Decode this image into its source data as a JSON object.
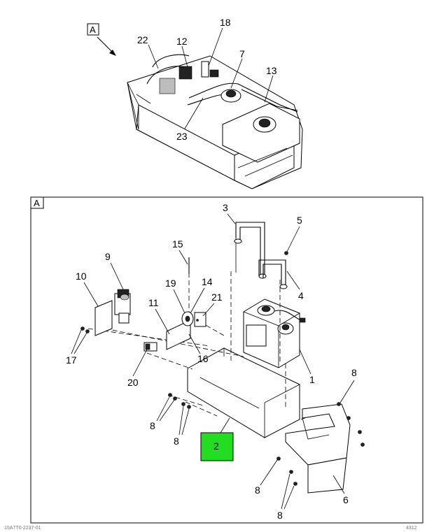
{
  "view_label": "A",
  "top_callouts": [
    "22",
    "12",
    "18",
    "7",
    "13",
    "23"
  ],
  "detail_callouts": {
    "c3": "3",
    "c5": "5",
    "c4": "4",
    "c15": "15",
    "c9": "9",
    "c10": "10",
    "c19": "19",
    "c14": "14",
    "c21": "21",
    "c11": "11",
    "c17": "17",
    "c16": "16",
    "c20": "20",
    "c1": "1",
    "c8a": "8",
    "c8b": "8",
    "c8c": "8",
    "c8d": "8",
    "c8e": "8",
    "c6": "6",
    "c2": "2"
  },
  "highlight_color": "#22dd22",
  "footer_left": "15A7T0-2237-01",
  "footer_right": "4312"
}
